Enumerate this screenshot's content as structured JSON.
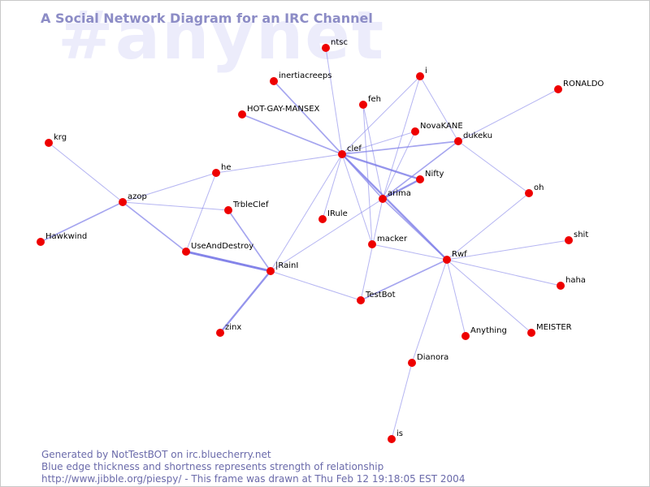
{
  "watermark": "#anynet",
  "title": "A Social Network Diagram for an IRC Channel",
  "colors": {
    "node": "#ee0000",
    "edge": "#8080e8",
    "title": "#8c8cc6",
    "watermark": "#ececfb",
    "footer": "#6a6aaa"
  },
  "nodes": [
    {
      "id": "ntsc",
      "label": "ntsc"
    },
    {
      "id": "i",
      "label": "i"
    },
    {
      "id": "RONALDO",
      "label": "RONALDO"
    },
    {
      "id": "inertiacreeps",
      "label": "inertiacreeps"
    },
    {
      "id": "feh",
      "label": "feh"
    },
    {
      "id": "HOT-GAY-MANSEX",
      "label": "HOT-GAY-MANSEX"
    },
    {
      "id": "NovaKANE",
      "label": "NovaKANE"
    },
    {
      "id": "dukeku",
      "label": "dukeku"
    },
    {
      "id": "krg",
      "label": "krg"
    },
    {
      "id": "clef",
      "label": "clef"
    },
    {
      "id": "he",
      "label": "he"
    },
    {
      "id": "Nifty",
      "label": "Nifty"
    },
    {
      "id": "oh",
      "label": "oh"
    },
    {
      "id": "azop",
      "label": "azop"
    },
    {
      "id": "arima",
      "label": "arima"
    },
    {
      "id": "TrbleClef",
      "label": "TrbleClef"
    },
    {
      "id": "IRule",
      "label": "IRule"
    },
    {
      "id": "shit",
      "label": "shit"
    },
    {
      "id": "Hawkwind",
      "label": "Hawkwind"
    },
    {
      "id": "macker",
      "label": "macker"
    },
    {
      "id": "UseAndDestroy",
      "label": "UseAndDestroy"
    },
    {
      "id": "Rwf",
      "label": "Rwf"
    },
    {
      "id": "IRainI",
      "label": "|RainI"
    },
    {
      "id": "haha",
      "label": "haha"
    },
    {
      "id": "TestBot",
      "label": "TestBot"
    },
    {
      "id": "Anything",
      "label": "Anything"
    },
    {
      "id": "MEISTER",
      "label": "MEISTER"
    },
    {
      "id": "zinx",
      "label": "zinx"
    },
    {
      "id": "Dianora",
      "label": "Dianora"
    },
    {
      "id": "is",
      "label": "is"
    }
  ],
  "edges": [
    {
      "from": "azop",
      "to": "krg",
      "weight": 1
    },
    {
      "from": "azop",
      "to": "Hawkwind",
      "weight": 2
    },
    {
      "from": "azop",
      "to": "he",
      "weight": 1
    },
    {
      "from": "azop",
      "to": "TrbleClef",
      "weight": 1
    },
    {
      "from": "azop",
      "to": "UseAndDestroy",
      "weight": 2
    },
    {
      "from": "he",
      "to": "clef",
      "weight": 1
    },
    {
      "from": "he",
      "to": "UseAndDestroy",
      "weight": 1
    },
    {
      "from": "UseAndDestroy",
      "to": "IRainI",
      "weight": 4
    },
    {
      "from": "TrbleClef",
      "to": "IRainI",
      "weight": 2
    },
    {
      "from": "IRainI",
      "to": "zinx",
      "weight": 3
    },
    {
      "from": "IRainI",
      "to": "TestBot",
      "weight": 1
    },
    {
      "from": "IRainI",
      "to": "clef",
      "weight": 1
    },
    {
      "from": "IRainI",
      "to": "arima",
      "weight": 1
    },
    {
      "from": "IRule",
      "to": "clef",
      "weight": 1
    },
    {
      "from": "clef",
      "to": "ntsc",
      "weight": 1
    },
    {
      "from": "clef",
      "to": "inertiacreeps",
      "weight": 2
    },
    {
      "from": "clef",
      "to": "HOT-GAY-MANSEX",
      "weight": 2
    },
    {
      "from": "clef",
      "to": "i",
      "weight": 1
    },
    {
      "from": "clef",
      "to": "NovaKANE",
      "weight": 1
    },
    {
      "from": "clef",
      "to": "dukeku",
      "weight": 2
    },
    {
      "from": "clef",
      "to": "Nifty",
      "weight": 3
    },
    {
      "from": "clef",
      "to": "arima",
      "weight": 2
    },
    {
      "from": "clef",
      "to": "macker",
      "weight": 1
    },
    {
      "from": "clef",
      "to": "Rwf",
      "weight": 3
    },
    {
      "from": "feh",
      "to": "arima",
      "weight": 1
    },
    {
      "from": "feh",
      "to": "macker",
      "weight": 1
    },
    {
      "from": "i",
      "to": "arima",
      "weight": 1
    },
    {
      "from": "i",
      "to": "dukeku",
      "weight": 1
    },
    {
      "from": "NovaKANE",
      "to": "arima",
      "weight": 1
    },
    {
      "from": "dukeku",
      "to": "arima",
      "weight": 2
    },
    {
      "from": "dukeku",
      "to": "RONALDO",
      "weight": 1
    },
    {
      "from": "dukeku",
      "to": "oh",
      "weight": 1
    },
    {
      "from": "arima",
      "to": "Nifty",
      "weight": 3
    },
    {
      "from": "arima",
      "to": "Rwf",
      "weight": 2
    },
    {
      "from": "arima",
      "to": "TestBot",
      "weight": 1
    },
    {
      "from": "macker",
      "to": "Rwf",
      "weight": 1
    },
    {
      "from": "Rwf",
      "to": "oh",
      "weight": 1
    },
    {
      "from": "Rwf",
      "to": "shit",
      "weight": 1
    },
    {
      "from": "Rwf",
      "to": "haha",
      "weight": 1
    },
    {
      "from": "Rwf",
      "to": "MEISTER",
      "weight": 1
    },
    {
      "from": "Rwf",
      "to": "Anything",
      "weight": 1
    },
    {
      "from": "Rwf",
      "to": "Dianora",
      "weight": 1
    },
    {
      "from": "Rwf",
      "to": "TestBot",
      "weight": 2
    },
    {
      "from": "Dianora",
      "to": "is",
      "weight": 1
    }
  ],
  "footer": {
    "line1": "Generated by NotTestBOT on irc.bluecherry.net",
    "line2": "Blue edge thickness and shortness represents strength of relationship",
    "line3": "http://www.jibble.org/piespy/ - This frame was drawn at Thu Feb 12 19:18:05 EST 2004"
  }
}
